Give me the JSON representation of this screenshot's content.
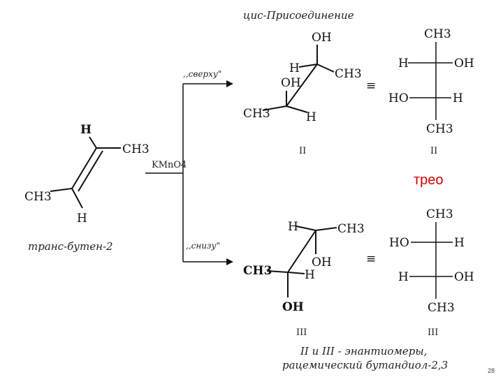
{
  "title": "цис-Присоединение",
  "reagent": "KMnO4",
  "direction_top": ",,сверху\"",
  "direction_bottom": ",,снизу\"",
  "start_compound": {
    "name": "транс-бутен-2",
    "atoms": {
      "h_top": "H",
      "ch3_right": "CH3",
      "ch3_left": "CH3",
      "h_bottom": "H"
    }
  },
  "product_ii": {
    "label": "II",
    "atoms": {
      "oh_top": "OH",
      "h_left": "H",
      "oh_left": "OH",
      "ch3_right": "CH3",
      "ch3_left": "CH3",
      "h_bottom": "H"
    }
  },
  "fischer_ii": {
    "label": "II",
    "top": "CH3",
    "row1_left": "H",
    "row1_right": "OH",
    "row2_left": "HO",
    "row2_right": "H",
    "bottom": "CH3"
  },
  "product_iii": {
    "label": "III",
    "atoms": {
      "h_left": "H",
      "ch3_right": "CH3",
      "ch3_left": "CH3",
      "oh_mid": "OH",
      "h_mid": "H",
      "oh_bottom": "OH"
    }
  },
  "fischer_iii": {
    "label": "III",
    "top": "CH3",
    "row1_left": "HO",
    "row1_right": "H",
    "row2_left": "H",
    "row2_right": "OH",
    "bottom": "CH3"
  },
  "equiv": "≡",
  "threo_label": "трео",
  "footnote_line1": "II и III - энантиомеры,",
  "footnote_line2": "рацемический бутандиол-2,3",
  "page_number": "28",
  "colors": {
    "threo": "#d10000",
    "ink": "#111111"
  }
}
